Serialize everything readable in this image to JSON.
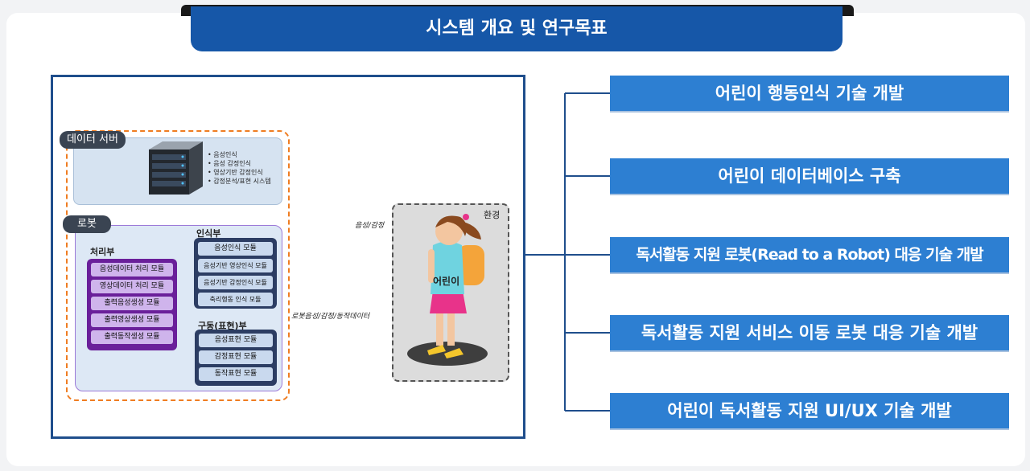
{
  "title": "시스템 개요 및 연구목표",
  "diagram": {
    "server": {
      "tag": "데이터 서버",
      "items": [
        "음성인식",
        "음성 감정인식",
        "영상기반 감정인식",
        "감정분석/표현 시스템"
      ]
    },
    "robot": {
      "tag": "로봇",
      "processing": {
        "label": "처리부",
        "modules": [
          "음성데이터 처리 모듈",
          "영상데이터 처리 모듈",
          "출력음성생성 모듈",
          "출력영상생성 모듈",
          "출력동작생성 모듈"
        ]
      },
      "recognition": {
        "label": "인식부",
        "modules": [
          "음성인식 모듈",
          "음성기반 영상인식 모듈",
          "음성기반 감정인식 모듈",
          "축리행동 인식 모듈"
        ]
      },
      "actuation": {
        "label": "구동(표현)부",
        "modules": [
          "음성표현 모듈",
          "감정표현 모듈",
          "동작표현 모듈"
        ]
      }
    },
    "environment": {
      "label": "환경",
      "child_label": "어린이"
    },
    "arrow_labels": {
      "input": "음성/감정",
      "output": "로봇음성/감정/동작데이터"
    }
  },
  "goals": [
    "어린이 행동인식 기술 개발",
    "어린이 데이터베이스 구축",
    "독서활동 지원 로봇(Read to a Robot) 대응 기술 개발",
    "독서활동 지원 서비스 이동 로봇 대응 기술 개발",
    "어린이 독서활동 지원 UI/UX 기술 개발"
  ],
  "colors": {
    "title_bg": "#1657a8",
    "goal_bg": "#2d7fd2",
    "frame": "#1f4e8c",
    "orange_dash": "#ef7d22",
    "purple_group": "#6a1f9a",
    "navy_group": "#2c3d63"
  }
}
